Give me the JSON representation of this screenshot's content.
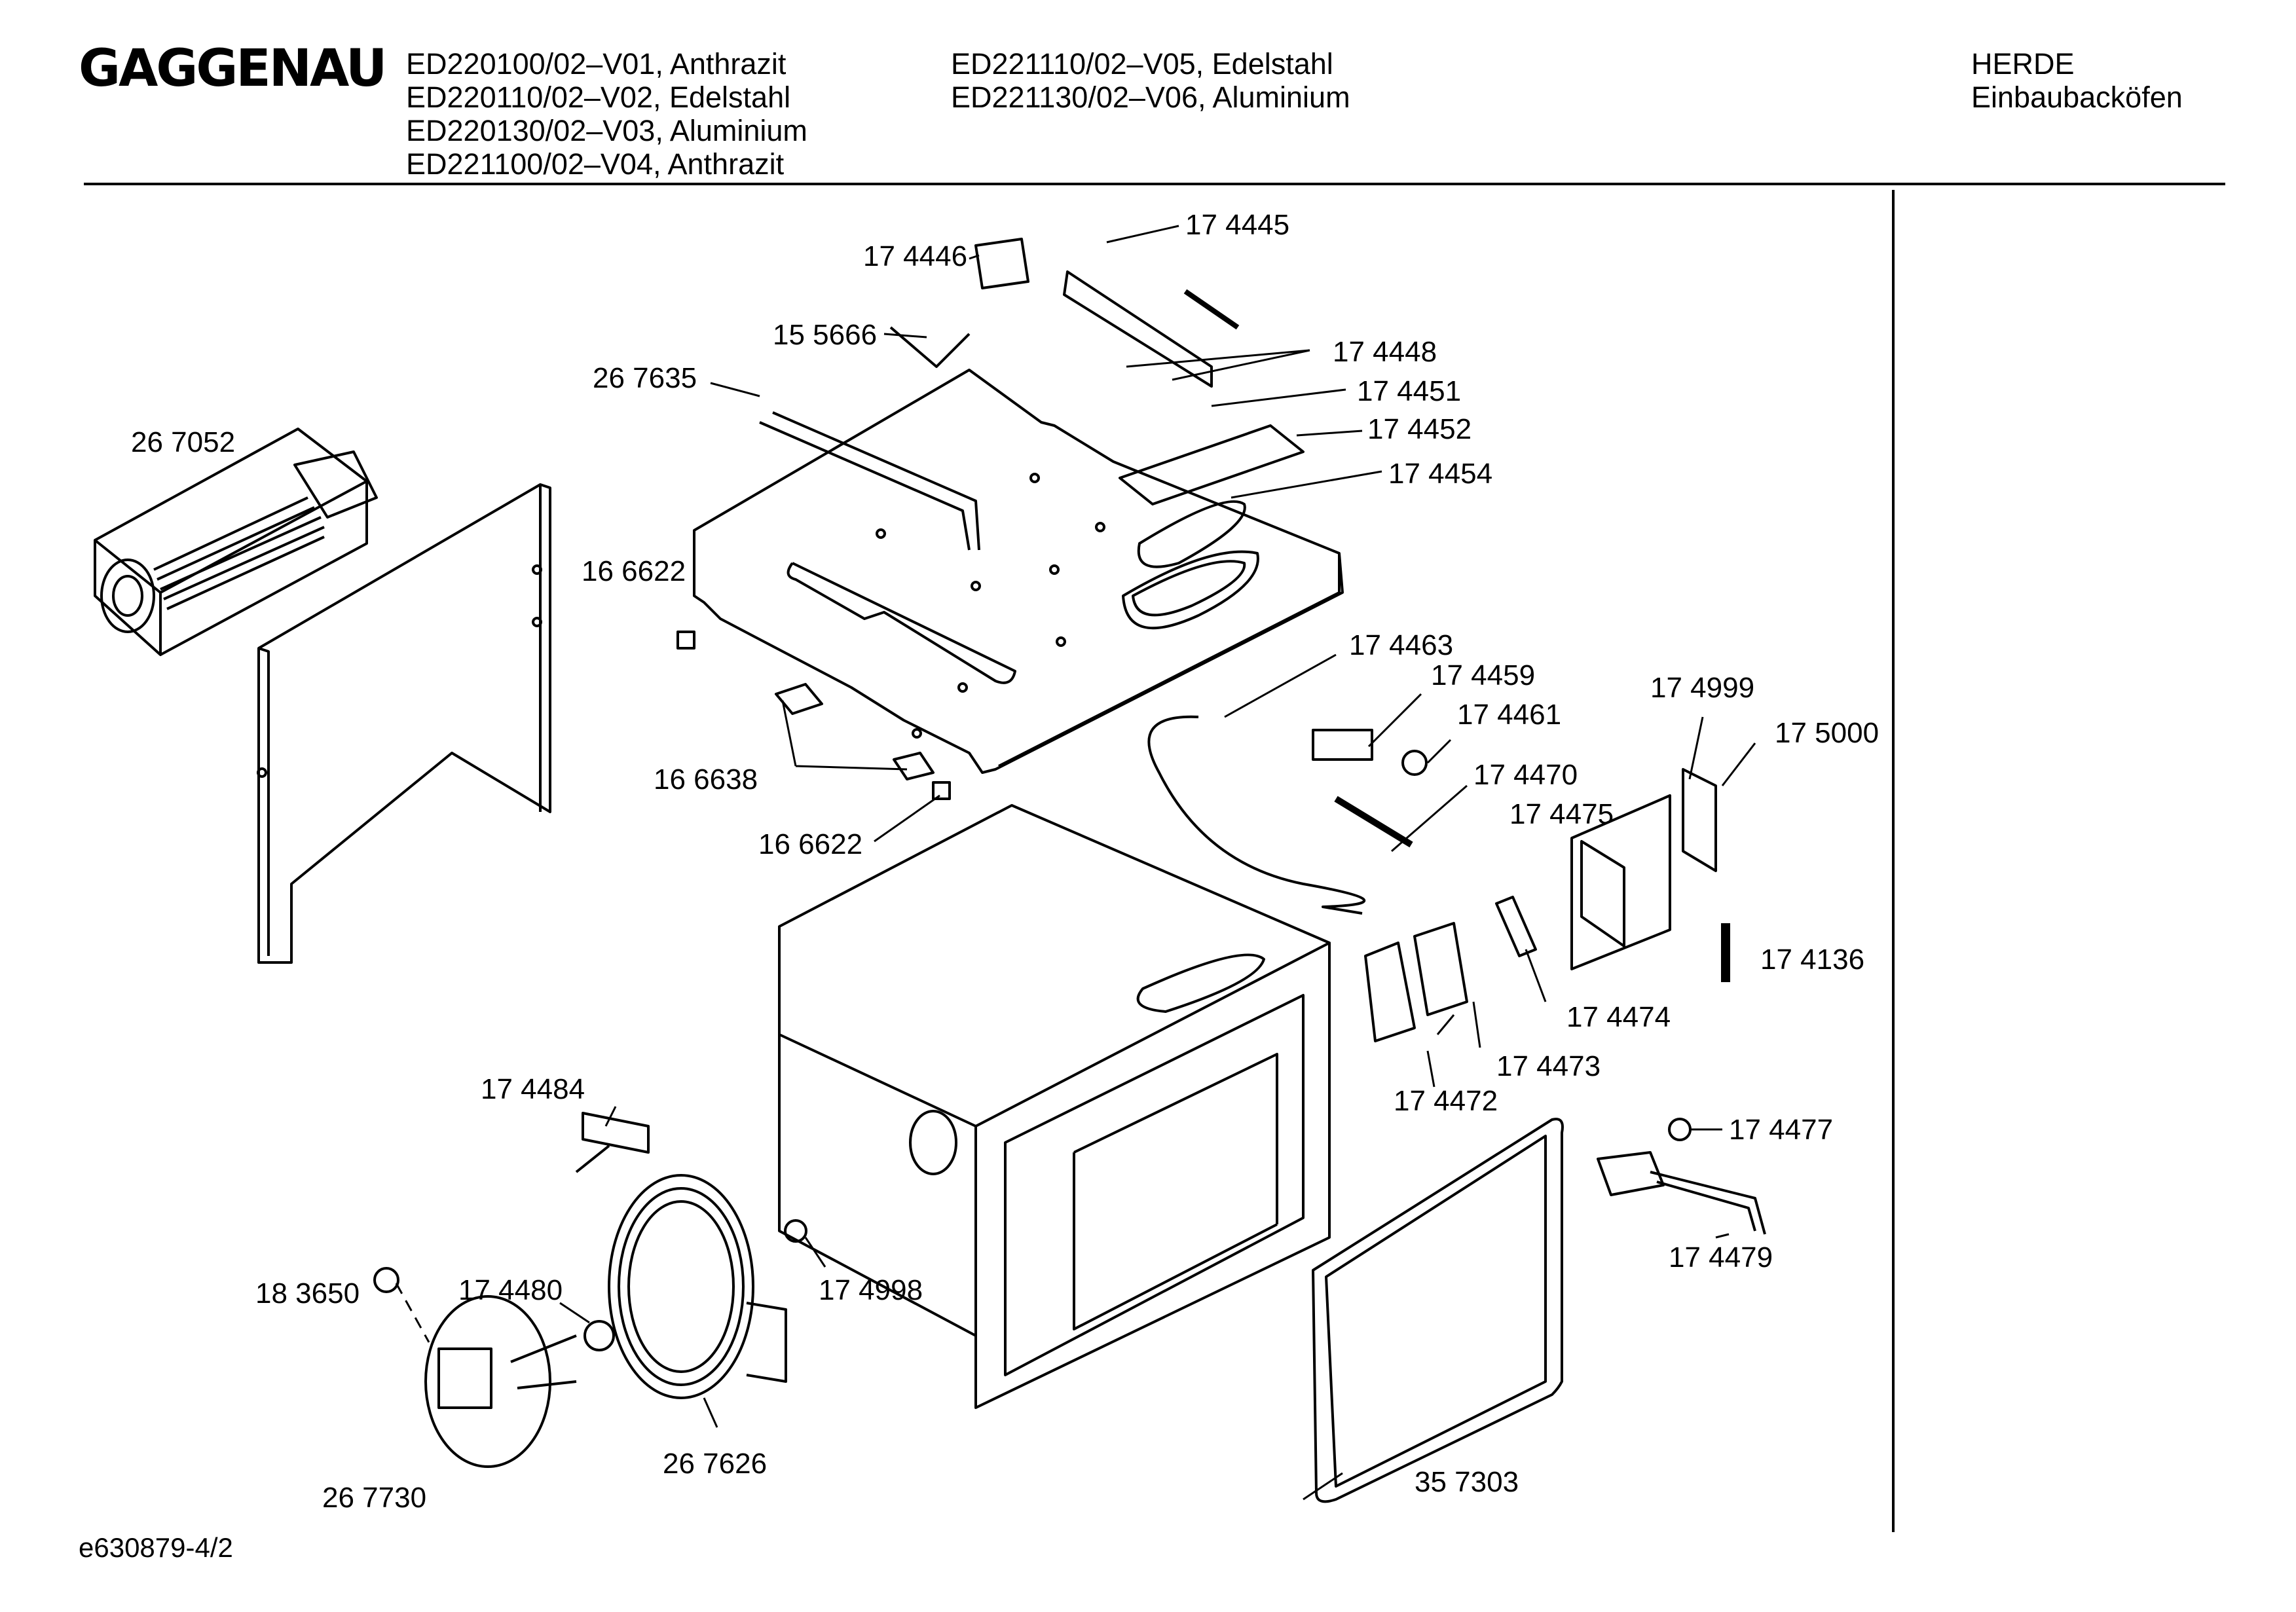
{
  "brand": "GAGGENAU",
  "models_col1": [
    "ED220100/02–V01, Anthrazit",
    "ED220110/02–V02, Edelstahl",
    "ED220130/02–V03, Aluminium",
    "ED221100/02–V04, Anthrazit"
  ],
  "models_col2": [
    "ED221110/02–V05, Edelstahl",
    "ED221130/02–V06, Aluminium"
  ],
  "category": [
    "HERDE",
    "Einbaubacköfen"
  ],
  "doc_code": "e630879-4/2",
  "parts": [
    "17 4445",
    "17 4446",
    "15 5666",
    "17 4448",
    "26 7635",
    "17 4451",
    "17 4452",
    "26 7052",
    "17 4454",
    "16 6622",
    "17 4463",
    "17 4459",
    "17 4999",
    "17 4461",
    "17 5000",
    "16 6638",
    "17 4470",
    "17 4475",
    "16 6622",
    "17 4136",
    "17 4474",
    "17 4473",
    "17 4484",
    "17 4472",
    "17 4477",
    "17 4479",
    "18 3650",
    "17 4998",
    "17 4480",
    "26 7626",
    "26 7730",
    "35 7303"
  ]
}
